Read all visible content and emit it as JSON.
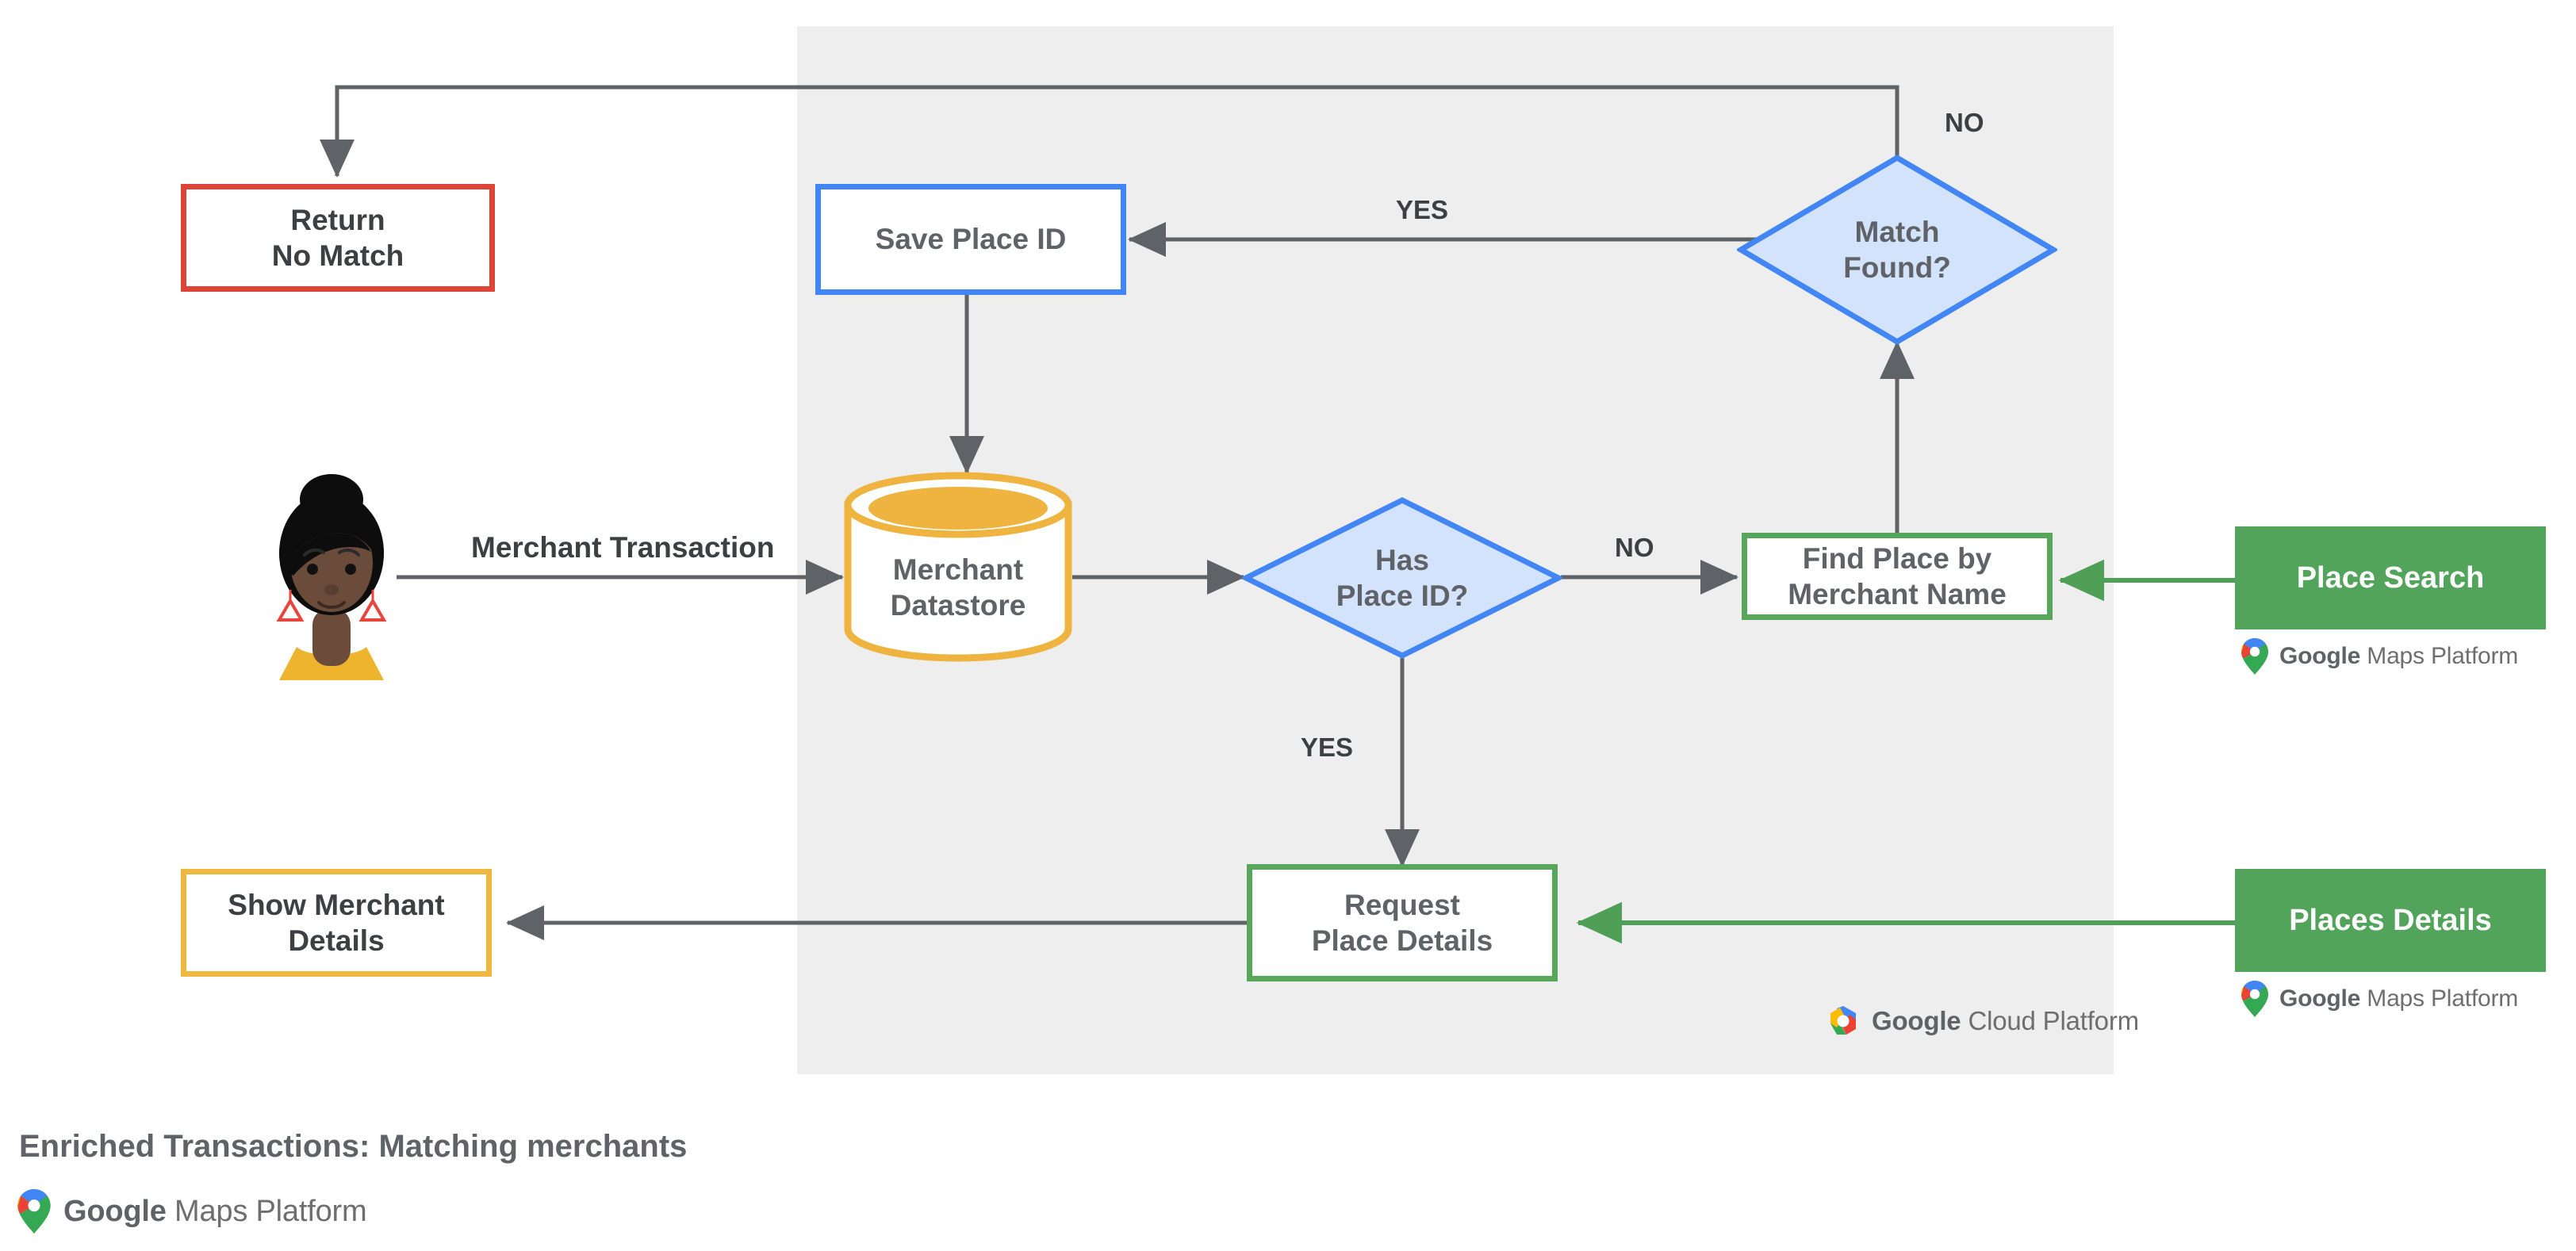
{
  "diagram": {
    "title": "Enriched Transactions: Matching merchants",
    "panel_label": "google-cloud-platform-region",
    "nodes": {
      "return_no_match": "Return\nNo Match",
      "save_place_id": "Save Place ID",
      "match_found": "Match\nFound?",
      "merchant_datastore": "Merchant\nDatastore",
      "has_place_id": "Has\nPlace ID?",
      "find_place_by_merchant_name": "Find Place by\nMerchant Name",
      "place_search": "Place Search",
      "request_place_details": "Request\nPlace Details",
      "places_details": "Places Details",
      "show_merchant_details": "Show Merchant\nDetails"
    },
    "edge_labels": {
      "merchant_transaction": "Merchant Transaction",
      "match_found_no": "NO",
      "match_found_yes": "YES",
      "has_place_id_no": "NO",
      "has_place_id_yes": "YES"
    },
    "logos": {
      "google_maps_platform_google": "Google",
      "google_maps_platform_suffix": "Maps Platform",
      "google_cloud_platform_google": "Google",
      "google_cloud_platform_suffix": "Cloud Platform"
    },
    "colors": {
      "red": "#db4437",
      "blue": "#4285f4",
      "blue_fill": "#d4e3fc",
      "green": "#57a65a",
      "green_solid": "#52a45a",
      "amber": "#f0b73f",
      "panel_gray": "#eeeeee",
      "connector_gray": "#5f6368",
      "text_gray": "#5f6368"
    }
  }
}
